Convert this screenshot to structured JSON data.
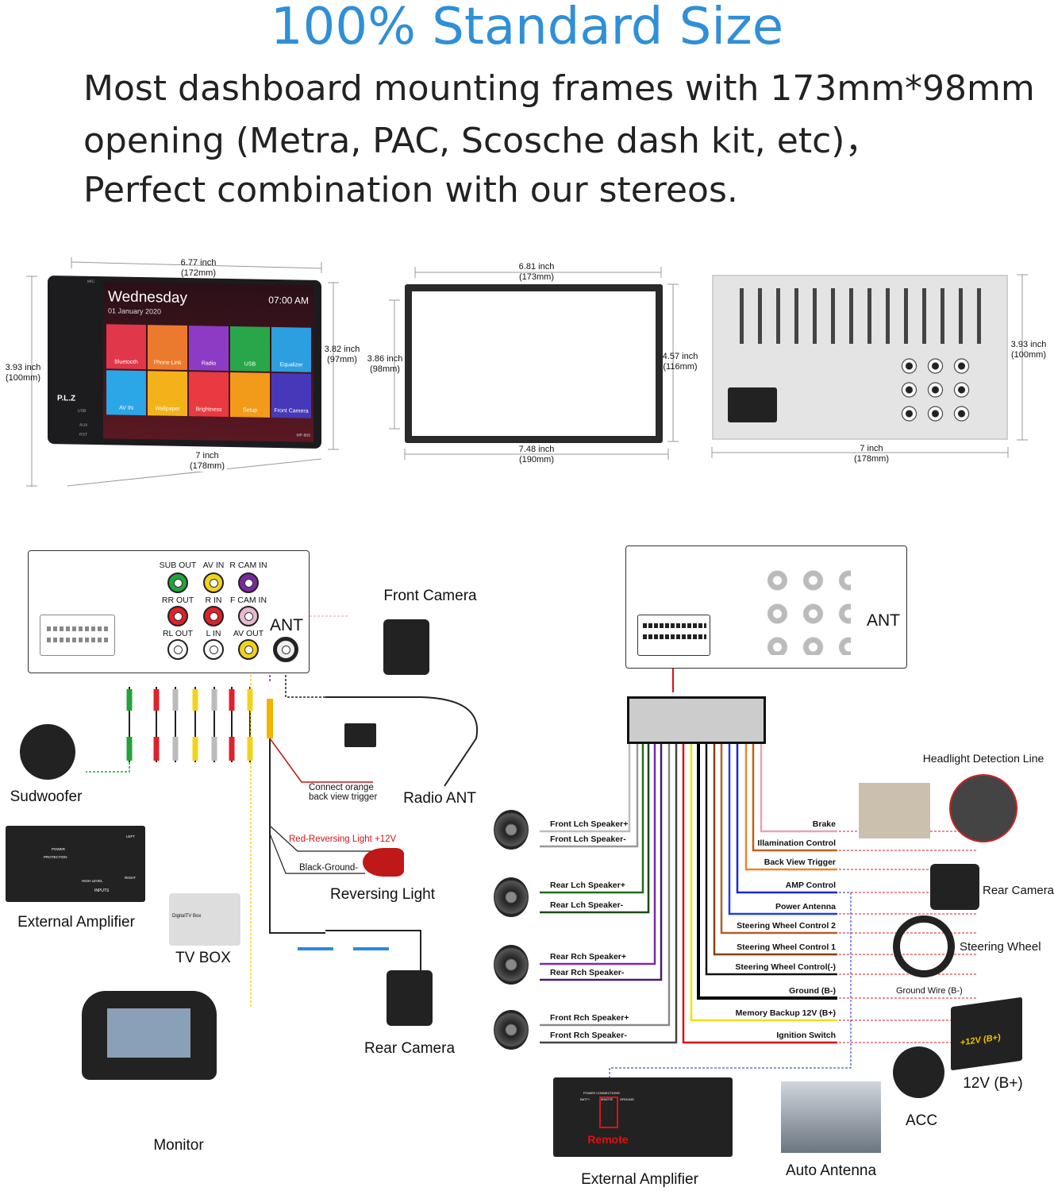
{
  "header": {
    "title": "100% Standard Size",
    "lines": [
      "Most dashboard mounting frames with 173mm*98mm",
      "opening (Metra, PAC, Scosche dash kit, etc)，",
      "Perfect combination with our stereos."
    ]
  },
  "dimensions": {
    "stereo": {
      "top": [
        "6.77 inch",
        "(172mm)"
      ],
      "left": [
        "3.93 inch",
        "(100mm)"
      ],
      "right": [
        "3.82 inch",
        "(97mm)"
      ],
      "bottom": [
        "7 inch",
        "(178mm)"
      ]
    },
    "frame": {
      "top": [
        "6.81 inch",
        "(173mm)"
      ],
      "left": [
        "3.86 inch",
        "(98mm)"
      ],
      "right": [
        "4.57 inch",
        "(116mm)"
      ],
      "bottom": [
        "7.48 inch",
        "(190mm)"
      ]
    },
    "housing": {
      "right": [
        "3.93 inch",
        "(100mm)"
      ],
      "bottom": [
        "7 inch",
        "(178mm)"
      ]
    }
  },
  "stereo_screen": {
    "day": "Wednesday",
    "date": "01 January 2020",
    "time": "07:00 AM",
    "brand": "P.L.Z",
    "model": "MP-800",
    "buttons": [
      "MIC",
      "USB",
      "AUX",
      "RST"
    ],
    "tiles": [
      {
        "label": "Bluetooth",
        "color": "#e0374a"
      },
      {
        "label": "Phone Link",
        "color": "#ec7a2e"
      },
      {
        "label": "Radio",
        "color": "#8d3bc4"
      },
      {
        "label": "USB",
        "color": "#2aa64a"
      },
      {
        "label": "Equalizer",
        "color": "#2b9fe0"
      },
      {
        "label": "AV IN",
        "color": "#2ba6e6"
      },
      {
        "label": "Wallpaper",
        "color": "#f3b21a"
      },
      {
        "label": "Brightness",
        "color": "#e83a40"
      },
      {
        "label": "Setup",
        "color": "#f29a1a"
      },
      {
        "label": "Front Camera",
        "color": "#4638b8"
      }
    ]
  },
  "left_diagram": {
    "jacks": [
      {
        "label": "SUB OUT",
        "color": "#22a33a"
      },
      {
        "label": "AV IN",
        "color": "#f2d31b"
      },
      {
        "label": "R CAM IN",
        "color": "#7a2a9a"
      },
      {
        "label": "RR OUT",
        "color": "#e0202a"
      },
      {
        "label": "R IN",
        "color": "#e0202a"
      },
      {
        "label": "F CAM IN",
        "color": "#e8b8d0"
      },
      {
        "label": "RL OUT",
        "color": "#ffffff"
      },
      {
        "label": "L IN",
        "color": "#ffffff"
      },
      {
        "label": "AV OUT",
        "color": "#f2d31b"
      }
    ],
    "ant": "ANT",
    "labels": {
      "front_camera": "Front Camera",
      "subwoofer": "Sudwoofer",
      "radio_ant": "Radio ANT",
      "connect_orange": [
        "Connect orange",
        "back view trigger"
      ],
      "red_reversing": "Red-Reversing Light +12V",
      "black_ground": "Black-Ground-",
      "reversing_light": "Reversing Light",
      "external_amplifier": "External Amplifier",
      "tv_box": "TV BOX",
      "tv_box_text": "DigitalTV Box",
      "rear_camera": "Rear Camera",
      "monitor": "Monitor"
    },
    "amp_labels": [
      "POWER",
      "PROTECTION",
      "LEFT",
      "RIGHT",
      "HIGH LEVEL",
      "INPUTS"
    ]
  },
  "right_diagram": {
    "ant": "ANT",
    "left_wires": [
      {
        "label": "Front Lch Speaker+",
        "color": "#bdbdbd"
      },
      {
        "label": "Front Lch Speaker-",
        "color": "#9a9a9a"
      },
      {
        "label": "Rear Lch Speaker+",
        "color": "#1f6e1f"
      },
      {
        "label": "Rear Lch Speaker-",
        "color": "#1a4a1a"
      },
      {
        "label": "Rear Rch Speaker+",
        "color": "#7a2ab0"
      },
      {
        "label": "Rear Rch Speaker-",
        "color": "#4a1a6a"
      },
      {
        "label": "Front Rch Speaker+",
        "color": "#8a8a8a"
      },
      {
        "label": "Front Rch Speaker-",
        "color": "#444444"
      }
    ],
    "right_wires": [
      {
        "label": "Brake",
        "color": "#e8a0c0"
      },
      {
        "label": "Illamination Control",
        "color": "#c0601a"
      },
      {
        "label": "Back View Trigger",
        "color": "#e8862a"
      },
      {
        "label": "AMP Control",
        "color": "#1a2ad0"
      },
      {
        "label": "Power Antenna",
        "color": "#2040e0"
      },
      {
        "label": "Steering Wheel Control 2",
        "color": "#b0602a"
      },
      {
        "label": "Steering Wheel Control 1",
        "color": "#8a4010"
      },
      {
        "label": "Steering Wheel Control(-)",
        "color": "#111111"
      },
      {
        "label": "Ground  (B-)",
        "color": "#000000"
      },
      {
        "label": "Memory Backup 12V (B+)",
        "color": "#f0e010"
      },
      {
        "label": "Ignition Switch",
        "color": "#e01010"
      }
    ],
    "labels": {
      "headlight": "Headlight Detection Line",
      "rear_camera": "Rear Camera",
      "steering_wheel": "Steering Wheel",
      "ground_wire": "Ground Wire  (B-)",
      "battery": "12V (B+)",
      "battery_mark": "+12V  (B+)",
      "acc": "ACC",
      "auto_antenna": "Auto Antenna",
      "external_amplifier": "External Amplifier",
      "remote": "Remote",
      "amp_terminals": [
        "BATT+",
        "REMOTE",
        "GROUND"
      ],
      "power_connections": "POWER CONNECTIONS"
    }
  }
}
